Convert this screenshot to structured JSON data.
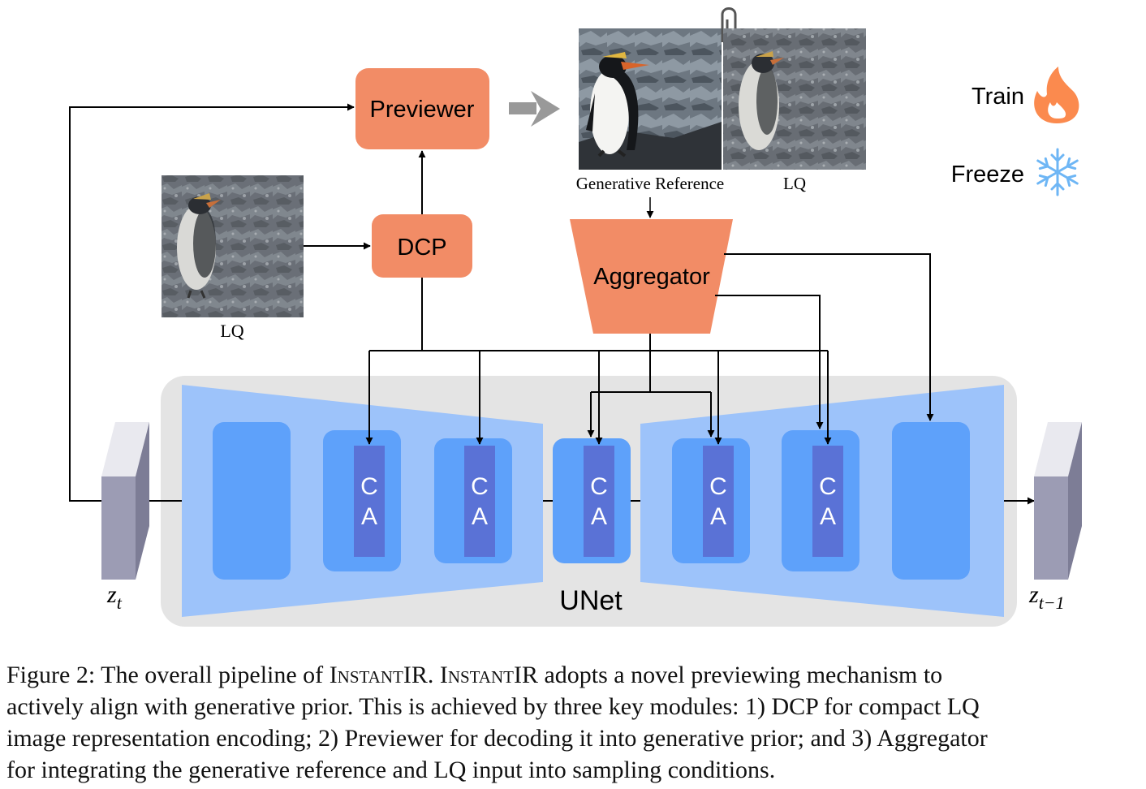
{
  "figure": {
    "modules": {
      "previewer": "Previewer",
      "dcp": "DCP",
      "aggregator": "Aggregator",
      "unet": "UNet",
      "ca_top": "C",
      "ca_bottom": "A"
    },
    "images": {
      "lq_input_label": "LQ",
      "generative_reference_label": "Generative Reference",
      "lq_reference_label": "LQ"
    },
    "latents": {
      "zt": "z",
      "zt_sub": "t",
      "zt1": "z",
      "zt1_sub": "t−1"
    },
    "legend": {
      "train": "Train",
      "freeze": "Freeze",
      "train_icon": "flame-icon",
      "freeze_icon": "snowflake-icon"
    },
    "colors": {
      "module_orange": "#F28C66",
      "unet_bg": "#E4E4E4",
      "trapezoid_blue": "#9DC3FA",
      "block_blue": "#5EA1FA",
      "ca_blue": "#5A72D6",
      "latent_gray": "#9999B3"
    }
  },
  "caption": {
    "line1_a": "Figure 2: The overall pipeline of ",
    "line1_b": "InstantIR",
    "line1_c": ". ",
    "line1_d": "InstantIR",
    "line1_e": " adopts a novel previewing mechanism to",
    "line2": "actively align with generative prior. This is achieved by three key modules: 1) DCP for compact LQ",
    "line3": "image representation encoding; 2) Previewer for decoding it into generative prior; and 3) Aggregator",
    "line4": "for integrating the generative reference and LQ input into sampling conditions."
  }
}
